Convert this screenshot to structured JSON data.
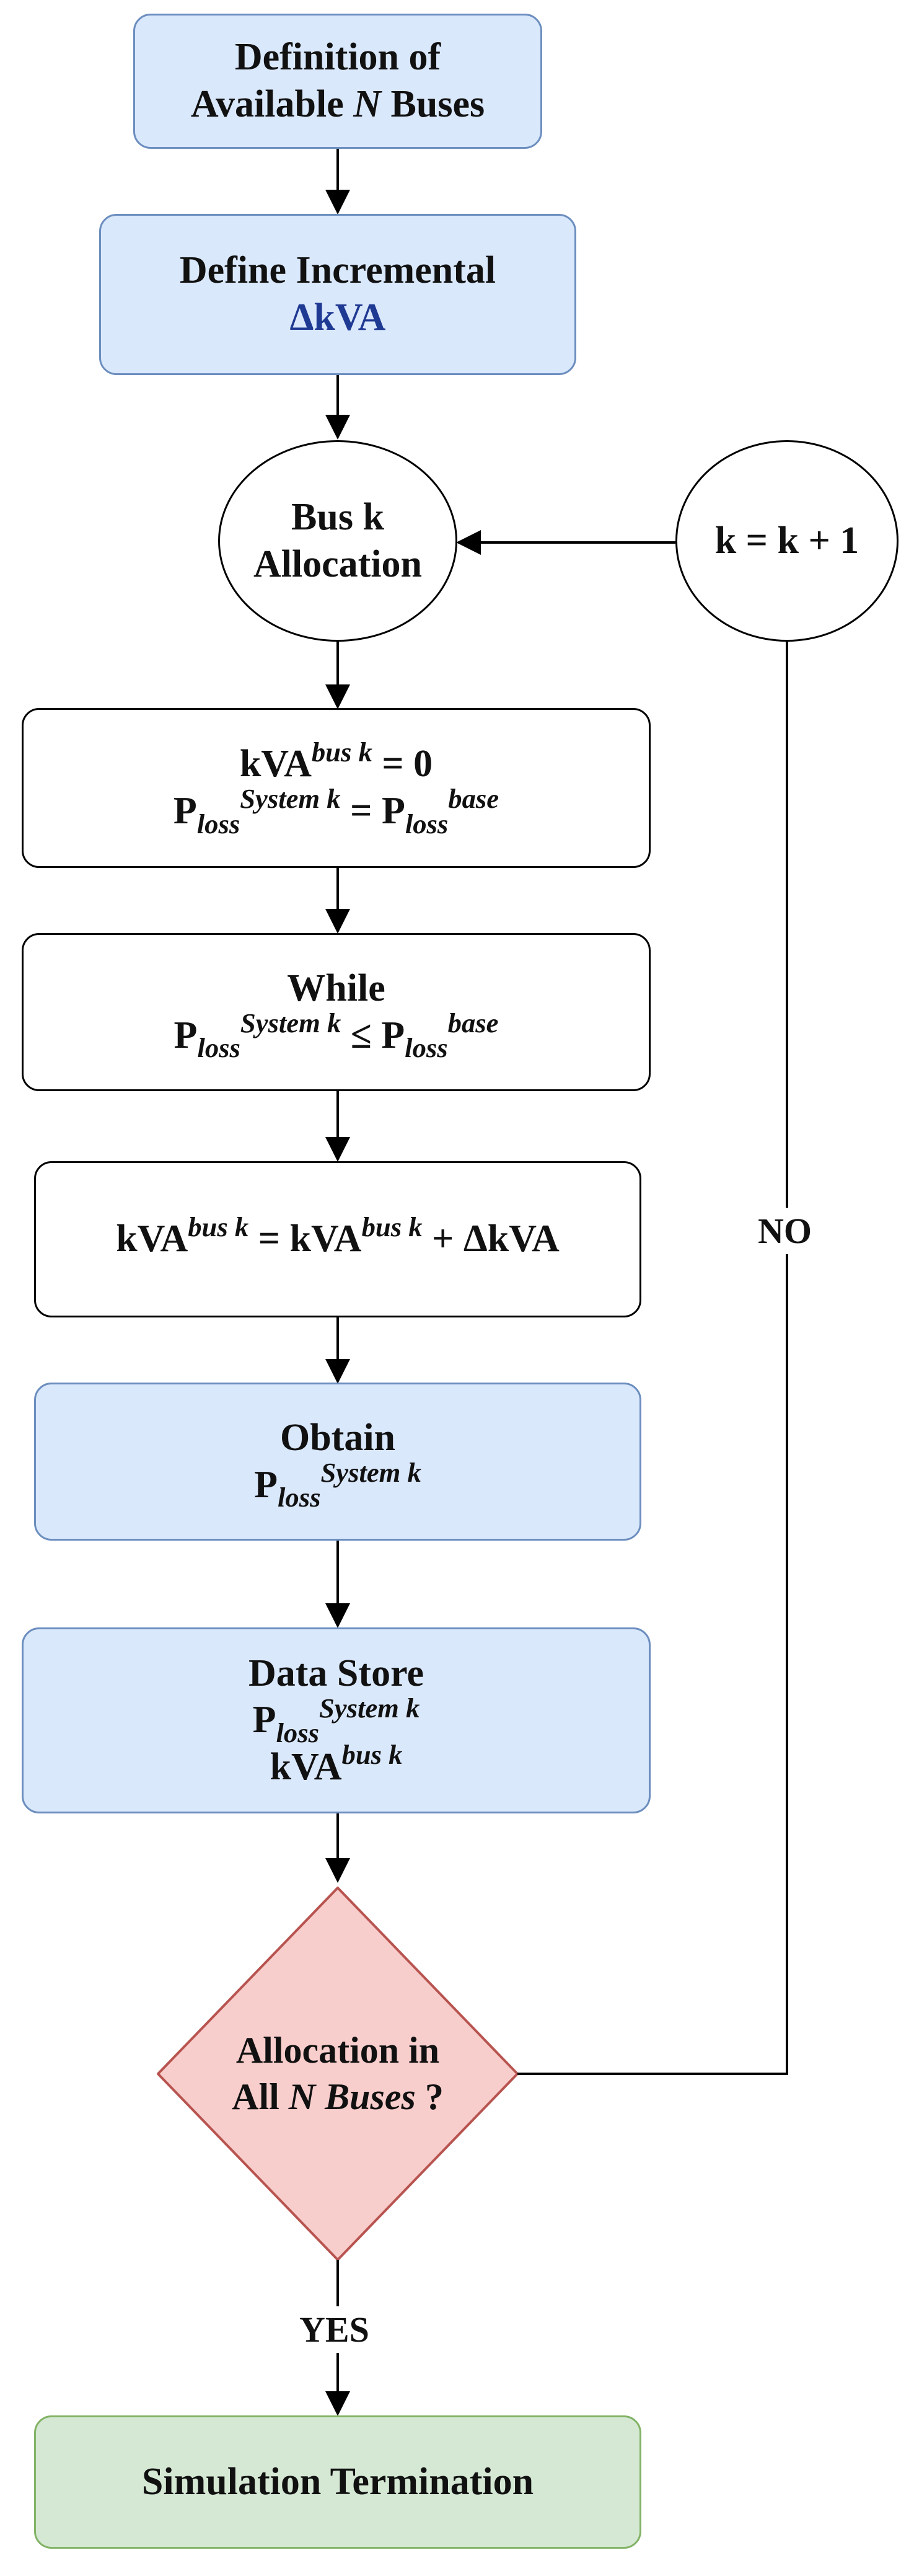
{
  "nodes": {
    "n1": {
      "line1": "Definition of",
      "line2_pre": "Available ",
      "line2_var": "N",
      "line2_post": " Buses"
    },
    "n2": {
      "line1": "Define Incremental",
      "line2": "ΔkVA"
    },
    "n3": {
      "line1": "Bus k",
      "line2": "Allocation"
    },
    "n4": {
      "kva": "kVA",
      "kva_sup": "bus k",
      "eq": " = 0",
      "p": "P",
      "p_sub": "loss",
      "p_sup": "System k",
      "eq2": " = P",
      "p2_sub": "loss",
      "p2_sup": "base"
    },
    "n5": {
      "line1": "While",
      "p": "P",
      "p_sub": "loss",
      "p_sup": "System k",
      "op": " ≤ P",
      "p2_sub": "loss",
      "p2_sup": "base"
    },
    "n6": {
      "kva": "kVA",
      "kva_sup": "bus k",
      "eq": " = kVA",
      "kva2_sup": "bus k",
      "tail": " + ΔkVA"
    },
    "n7": {
      "line1": "Obtain",
      "p": "P",
      "p_sub": "loss",
      "p_sup": "System k"
    },
    "n8": {
      "line1": "Data Store",
      "p": "P",
      "p_sub": "loss",
      "p_sup": "System k",
      "kva": "kVA",
      "kva_sup": "bus k"
    },
    "n9": {
      "line1": "Allocation in",
      "line2_pre": "All ",
      "line2_var": "N Buses",
      "line2_post": " ?"
    },
    "n10": {
      "label": "Simulation Termination"
    },
    "n11": {
      "label": "k = k + 1"
    }
  },
  "edge_labels": {
    "no": "NO",
    "yes": "YES"
  },
  "colors": {
    "blue_fill": "#dae8fc",
    "blue_stroke": "#6c8ebf",
    "red_fill": "#f8cecc",
    "red_stroke": "#b85450",
    "green_fill": "#d5e8d4",
    "green_stroke": "#82b366"
  }
}
